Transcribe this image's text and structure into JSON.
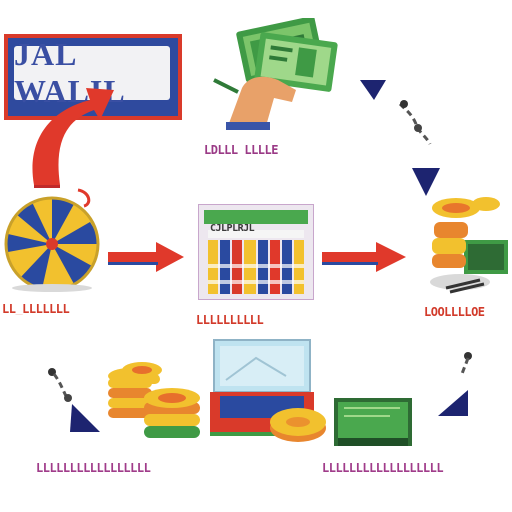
{
  "title": {
    "text": "JAL WALIL"
  },
  "screen": {
    "header_text": "CJLPLRJL"
  },
  "labels": {
    "bills": "LDLLL LLLLE",
    "wheel": "LL_LLLLLLL",
    "screen": "LLLLLLLLLL",
    "coins": "LOOLLLLOE",
    "bottom_left": "LLLLLLLLLLLLLLLLL",
    "bottom_right": "LLLLLLLLLLLLLLLLLL"
  },
  "colors": {
    "sign_border": "#d93a2a",
    "sign_fill": "#2f4a9e",
    "arrow_red": "#e0392b",
    "triangle_navy": "#1d2470",
    "coin_gold": "#f2c12e",
    "money_green": "#3f9a45",
    "label_purple": "#9a3a86",
    "label_red": "#d23a2a"
  }
}
